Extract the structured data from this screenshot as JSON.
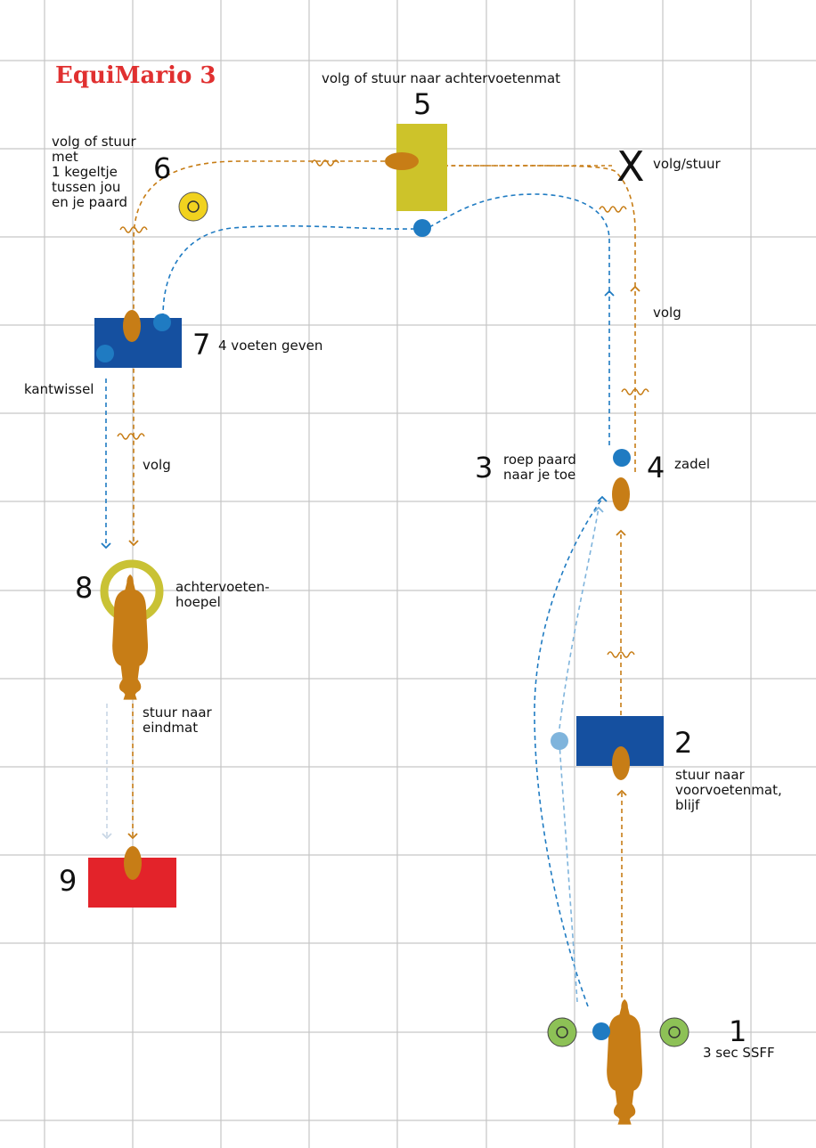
{
  "title": "EquiMario 3",
  "colors": {
    "handler": "#1f7bc2",
    "handler_light": "#7fb4dc",
    "horse": "#c77d16",
    "mat_blue": "#1550a0",
    "mat_yellow": "#cdc32a",
    "mat_red": "#e3232a",
    "cone_yellow": "#f1d21f",
    "cone_green": "#8dc156",
    "hoop": "#c9c235",
    "title": "#e03030",
    "grid": "#c6c6c6"
  },
  "stations": {
    "s1": {
      "number": "1",
      "label": "3 sec SSFF"
    },
    "s2": {
      "number": "2",
      "label_lines": [
        "stuur naar",
        "voorvoetenmat,",
        "blijf"
      ]
    },
    "s3": {
      "number": "3",
      "label_lines": [
        "roep paard",
        "naar je toe"
      ]
    },
    "s4": {
      "number": "4",
      "label": "zadel"
    },
    "s5": {
      "number": "5",
      "label": "volg of stuur naar achtervoetenmat"
    },
    "s6": {
      "number": "6",
      "label_lines": [
        "volg of stuur",
        "met",
        "1 kegeltje",
        "tussen jou",
        "en je paard"
      ]
    },
    "s7": {
      "number": "7",
      "label": "4 voeten geven"
    },
    "s8": {
      "number": "8",
      "label_lines": [
        "achtervoeten-",
        "hoepel"
      ]
    },
    "s9": {
      "number": "9"
    },
    "x": {
      "mark": "X",
      "label": "volg/stuur"
    }
  },
  "route_labels": {
    "volg_right": "volg",
    "kantwissel": "kantwissel",
    "volg_left": "volg",
    "stuur_eindmat": [
      "stuur naar",
      "eindmat"
    ]
  }
}
